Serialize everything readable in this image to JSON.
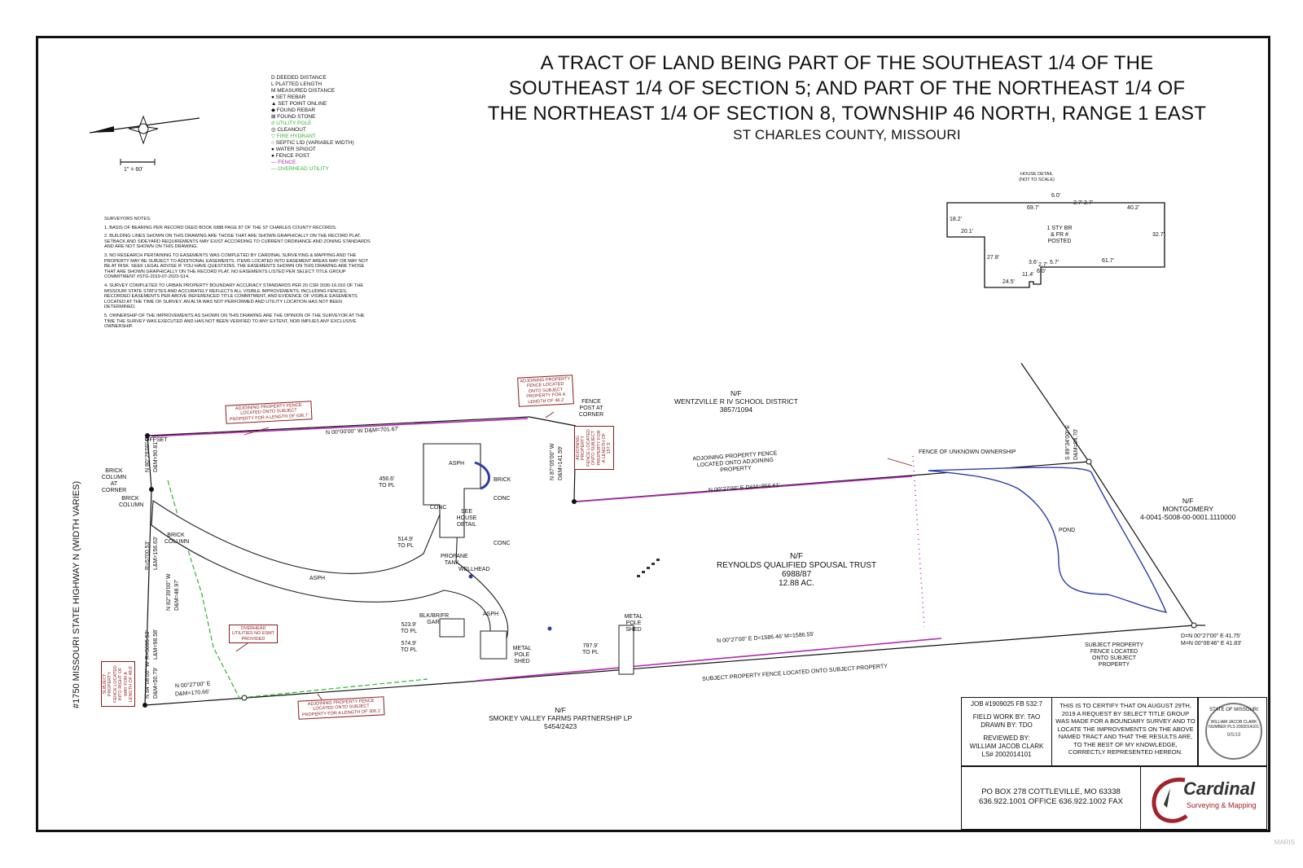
{
  "title": {
    "line1": "A TRACT OF LAND BEING PART OF THE SOUTHEAST 1/4 OF THE",
    "line2": "SOUTHEAST 1/4 OF SECTION 5; AND PART OF THE NORTHEAST 1/4 OF",
    "line3": "THE NORTHEAST 1/4 OF SECTION 8, TOWNSHIP 46 NORTH, RANGE 1 EAST",
    "county": "ST CHARLES COUNTY, MISSOURI"
  },
  "legend": {
    "items": [
      "D DEEDED DISTANCE",
      "L PLATTED LENGTH",
      "M MEASURED DISTANCE",
      "● SET REBAR",
      "▲ SET POINT ONLINE",
      "◆ FOUND REBAR",
      "⊠ FOUND STONE",
      "☌ UTILITY POLE",
      "◎ CLEANOUT",
      "▽ FIRE HYDRANT",
      "○ SEPTIC LID (VARIABLE WIDTH)",
      "● WATER SPIGOT",
      "● FENCE POST",
      "— FENCE",
      "— OVERHEAD UTILITY"
    ],
    "scale": "1\" = 60'"
  },
  "notes": {
    "heading": "SURVEYORS NOTES:",
    "items": [
      "1. BASIS OF BEARING PER RECORD DEED BOOK 6988 PAGE 87 OF THE ST CHARLES COUNTY RECORDS.",
      "2. BUILDING LINES SHOWN ON THIS DRAWING ARE THOSE THAT ARE SHOWN GRAPHICALLY ON THE RECORD PLAT. SETBACK AND SIDEYARD REQUIREMENTS MAY EXIST ACCORDING TO CURRENT ORDINANCE AND ZONING STANDARDS AND ARE NOT SHOWN ON THIS DRAWING.",
      "3. NO RESEARCH PERTAINING TO EASEMENTS WAS COMPLETED BY CARDINAL SURVEYING & MAPPING AND THE PROPERTY MAY BE SUBJECT TO ADDITIONAL EASEMENTS. ITEMS LOCATED INTO EASEMENT AREAS MAY OR MAY NOT BE AT RISK. SEEK LEGAL ADVISE IF YOU HAVE QUESTIONS. THE EASEMENTS SHOWN ON THIS DRAWING ARE THOSE THAT ARE SHOWN GRAPHICALLY ON THE RECORD PLAT. NO EASEMENTS LISTED PER SELECT TITLE GROUP COMMITMENT #STG-2019-07-2023-S14.",
      "4. SURVEY COMPLETED TO URBAN PROPERTY BOUNDARY ACCURACY STANDARDS PER 20 CSR 2030-16.010 OF THE MISSOURI STATE STATUTES AND ACCURATELY REFLECTS ALL VISIBLE IMPROVEMENTS, INCLUDING FENCES, RECORDED EASEMENTS PER ABOVE REFERENCED TITLE COMMITMENT, AND EVIDENCE OF VISIBLE EASEMENTS LOCATED AT THE TIME OF SURVEY. AN ALTA WAS NOT PERFORMED AND UTILITY LOCATION HAS NOT BEEN DETERMINED.",
      "5. OWNERSHIP OF THE IMPROVEMENTS AS SHOWN ON THIS DRAWING ARE THE OPINION OF THE SURVEYOR AT THE TIME THE SURVEY WAS EXECUTED AND HAS NOT BEEN VERIFIED TO ANY EXTENT, NOR IMPLIES ANY EXCLUSIVE OWNERSHIP."
    ]
  },
  "house_detail": {
    "title": "HOUSE DETAIL (NOT TO SCALE)",
    "label": "1 STY BR & FR # POSTED",
    "dims": [
      "6.0'",
      "69.7'",
      "2.7'",
      "2.7'",
      "40.2'",
      "18.2'",
      "20.1'",
      "32.7'",
      "27.8'",
      "61.7'",
      "3.6'",
      "2.7'",
      "5.7'",
      "6.0'",
      "11.4'",
      "24.5'"
    ]
  },
  "parcels": {
    "north": {
      "nf": "N/F",
      "owner": "WENTZVILLE R IV SCHOOL DISTRICT",
      "deed": "3857/1094"
    },
    "subject": {
      "nf": "N/F",
      "owner": "REYNOLDS QUALIFIED SPOUSAL TRUST",
      "deed": "6988/87",
      "area": "12.88 AC."
    },
    "south": {
      "nf": "N/F",
      "owner": "SMOKEY VALLEY FARMS PARTNERSHIP LP",
      "deed": "5454/2423"
    },
    "east": {
      "nf": "N/F",
      "owner": "MONTGOMERY",
      "deed": "4-0041-S008-00-0001.1110000"
    }
  },
  "road": "#1750 MISSOURI STATE HIGHWAY N (WIDTH VARIES)",
  "bearings": {
    "north_line": "N 00°00'00\" W  D&M=701.67'",
    "north_line2": "N 00°27'00\" E  D&M=856.61'",
    "south_line": "N 00°27'00\" E  D=1586.46' M=1586.55'",
    "south_west": "N 00°27'00\" E",
    "south_west_dist": "D&M=170.66'",
    "east_line": "D=N 00°27'00\" E  41.75'",
    "east_line2": "M=N 00°06'46\" E  41.83'",
    "west_a": "N 80°29'00\" W",
    "west_a_dist": "D&M=90.81'",
    "west_b": "R=5700.53'",
    "west_b2": "L&M=156.63'",
    "west_c": "N 82°39'00\" W",
    "west_c2": "D&M=48.97'",
    "west_d": "R=5695.53'",
    "west_d2": "L&M=98.58'",
    "west_e": "N 84°08'00\" W",
    "west_e2": "D&M=50.79'",
    "inner": "N 87°05'00\" W",
    "inner2": "D&M=141.59'",
    "east_inner": "S 89°34'00\" E",
    "east_inner2": "D&M=94.70'"
  },
  "labels": {
    "asph1": "ASPH",
    "asph2": "ASPH",
    "asph3": "ASPH",
    "conc1": "CONC",
    "conc2": "CONC",
    "conc3": "CONC",
    "brick": "BRICK",
    "see_house": "SEE HOUSE DETAIL",
    "propane": "PROPANE TANK",
    "wellhead": "WELLHEAD",
    "metal_shed1": "METAL POLE SHED",
    "metal_shed2": "METAL POLE SHED",
    "blk_gar": "BLK/BR/FR GAR",
    "pond": "POND",
    "fence_unknown": "FENCE OF UNKNOWN OWNERSHIP",
    "fence_post_corner": "FENCE POST AT CORNER",
    "offset": "OFFSET",
    "brick_col1": "BRICK COLUMN AT CORNER",
    "brick_col2": "BRICK COLUMN",
    "brick_col3": "BRICK COLUMN",
    "to_pl1": "456.6' TO PL",
    "to_pl2": "514.9' TO PL",
    "to_pl3": "523.9' TO PL",
    "to_pl4": "574.9' TO PL",
    "to_pl5": "797.9' TO PL",
    "adj_fence_adj": "ADJOINING PROPERTY FENCE LOCATED ONTO ADJOINING PROPERTY",
    "subj_fence_subj": "SUBJECT PROPERTY FENCE LOCATED ONTO SUBJECT PROPERTY",
    "subj_fence_subj2": "SUBJECT PROPERTY FENCE LOCATED ONTO SUBJECT PROPERTY"
  },
  "callouts": {
    "c1": "ADJOINING PROPERTY FENCE LOCATED ONTO SUBJECT PROPERTY FOR A LENGTH OF 636.7'",
    "c2": "ADJOINING PROPERTY FENCE LOCATED ONTO SUBJECT PROPERTY FOR A LENGTH OF 48.2'",
    "c3": "ADJOINING PROPERTY FENCE LOCATED ONTO SUBJECT PROPERTY FOR A LENGTH OF 157.5'",
    "c4": "OVERHEAD UTILITIES NO ESMT PROVIDED",
    "c5": "ADJOINING PROPERTY FENCE LOCATED ONTO SUBJECT PROPERTY FOR A LENGTH OF 306.1'",
    "c6": "SUBJECT PROPERTY FENCE LOCATED INTO RIGHT OF WAY FOR A LENGTH OF 48.6'"
  },
  "title_block": {
    "job": "JOB #1909025  FB 532:7",
    "field": "FIELD WORK BY:  TAO",
    "drawn": "DRAWN BY:  TDO",
    "reviewed": "REVIEWED BY:",
    "reviewer": "WILLIAM JACOB CLARK",
    "ls": "LS# 2002014101",
    "cert": "THIS IS TO CERTIFY THAT ON AUGUST 29TH, 2019 A REQUEST BY SELECT TITLE GROUP WAS MADE FOR A BOUNDARY SURVEY AND TO LOCATE THE IMPROVEMENTS ON THE ABOVE NAMED TRACT AND THAT THE RESULTS ARE, TO THE BEST OF MY KNOWLEDGE, CORRECTLY REPRESENTED HEREON.",
    "seal_top": "STATE OF MISSOURI",
    "seal_name": "WILLIAM JACOB CLARK",
    "seal_num": "NUMBER PLS 2002014101",
    "seal_date": "9/5/19",
    "address": "PO BOX 278  COTTLEVILLE, MO  63338",
    "phones": "636.922.1001 OFFICE   636.922.1002 FAX",
    "logo_word": "Cardinal",
    "logo_sub": "Surveying & Mapping"
  },
  "watermark": "MARIS",
  "colors": {
    "fence": "#b02ab0",
    "utility": "#2db52d",
    "callout": "#8b1a1a",
    "water": "#2a3ea8"
  }
}
